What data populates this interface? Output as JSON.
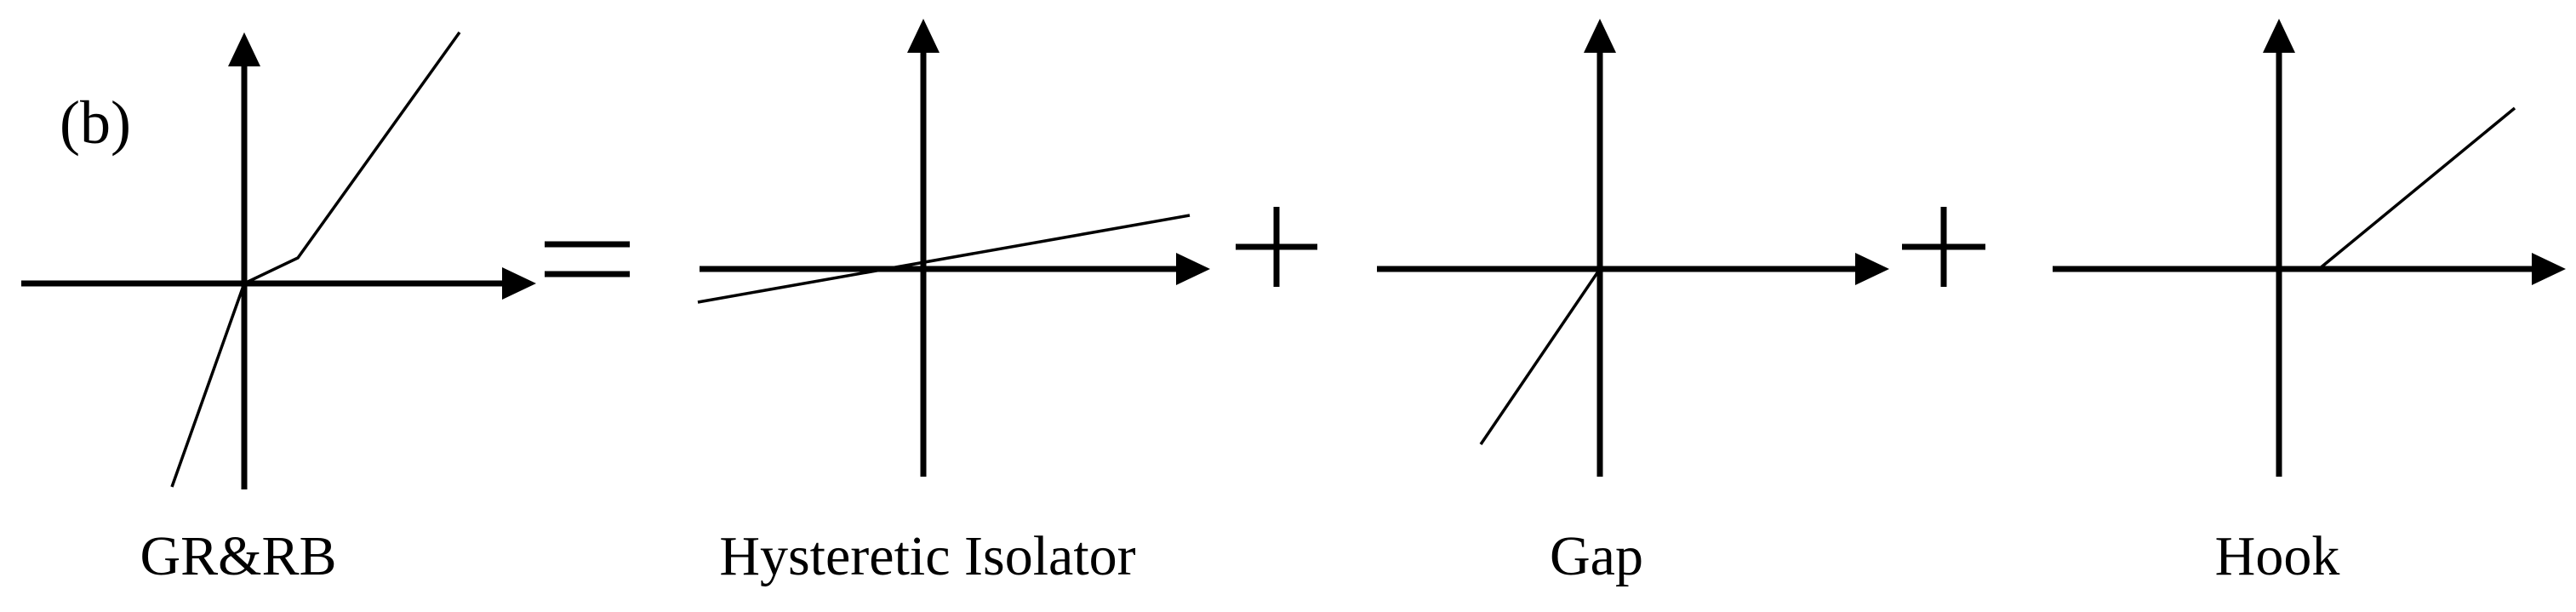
{
  "figure": {
    "panel_label": "(b)",
    "panels": [
      {
        "id": "gr-rb",
        "caption": "GR&RB"
      },
      {
        "id": "hysteretic-isolator",
        "caption": "Hysteretic Isolator"
      },
      {
        "id": "gap",
        "caption": "Gap"
      },
      {
        "id": "hook",
        "caption": "Hook"
      }
    ],
    "operators": [
      "=",
      "+",
      "+"
    ]
  }
}
